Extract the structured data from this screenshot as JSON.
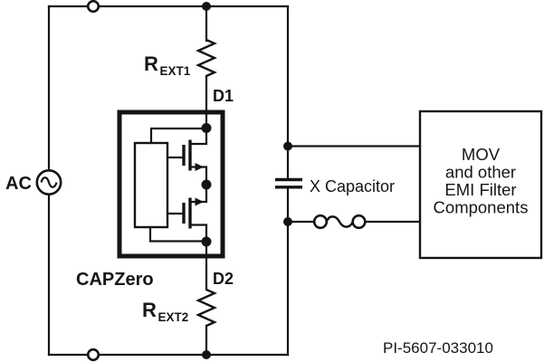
{
  "figure": {
    "background": "#ffffff",
    "ink": "#141414",
    "labels": {
      "ac": "AC",
      "rext1": {
        "base": "R",
        "sub": "EXT1"
      },
      "rext2": {
        "base": "R",
        "sub": "EXT2"
      },
      "d1": "D1",
      "d2": "D2",
      "chip": "CAPZero",
      "x_capacitor": "X Capacitor",
      "filter_box": {
        "line1": "MOV",
        "line2": "and other",
        "line3": "EMI Filter",
        "line4": "Components"
      },
      "figure_id": "PI-5607-033010"
    }
  }
}
